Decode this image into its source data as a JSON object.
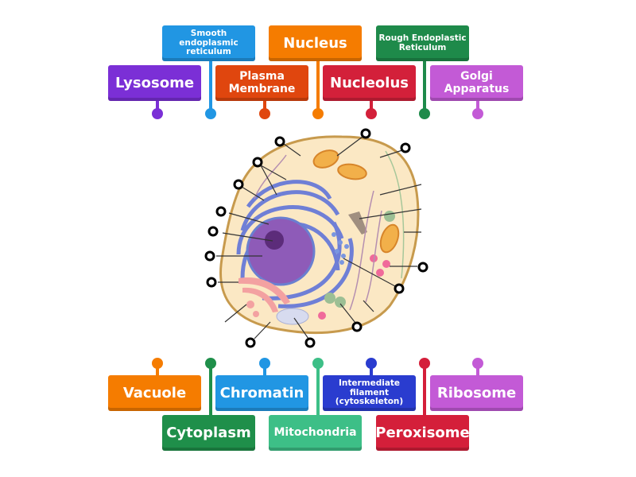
{
  "labels_top": [
    {
      "text": "Smooth endoplasmic reticulum",
      "color": "#2196e3"
    },
    {
      "text": "Nucleus",
      "color": "#f57c00"
    },
    {
      "text": "Rough Endoplastic Reticulum",
      "color": "#1e8a4a"
    },
    {
      "text": "Lysosome",
      "color": "#7b2fd6"
    },
    {
      "text": "Plasma Membrane",
      "color": "#e0460e"
    },
    {
      "text": "Nucleolus",
      "color": "#d3203a"
    },
    {
      "text": "Golgi Apparatus",
      "color": "#c35ad6"
    }
  ],
  "labels_bottom": [
    {
      "text": "Vacuole",
      "color": "#f57c00"
    },
    {
      "text": "Chromatin",
      "color": "#2196e3"
    },
    {
      "text": "Intermediate filament (cytoskeleton)",
      "color": "#2a3ccf"
    },
    {
      "text": "Ribosome",
      "color": "#c35ad6"
    },
    {
      "text": "Cytoplasm",
      "color": "#1f8f4a"
    },
    {
      "text": "Mitochondria",
      "color": "#3dbf87"
    },
    {
      "text": "Peroxisome",
      "color": "#d41f3a"
    }
  ]
}
